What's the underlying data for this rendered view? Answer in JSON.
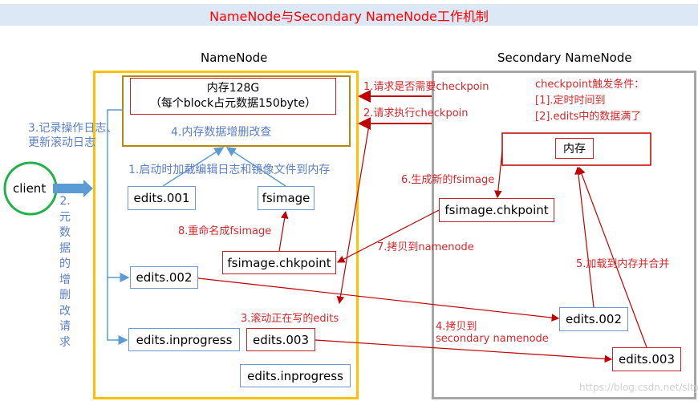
{
  "title": "NameNode与Secondary NameNode工作机制",
  "namenode": {
    "label": "NameNode",
    "memory_line1": "内存128G",
    "memory_line2": "（每个block占元数据150byte）",
    "step4": "4.内存数据增删改查",
    "step1": "1.启动时加载编辑日志和镜像文件到内存",
    "edits001": "edits.001",
    "fsimage": "fsimage",
    "step8": "8.重命名成fsimage",
    "fsimage_chkpoint": "fsimage.chkpoint",
    "edits002": "edits.002",
    "step3": "3.滚动正在写的edits",
    "edits_inprogress": "edits.inprogress",
    "edits003": "edits.003",
    "edits_inprogress_new": "edits.inprogress"
  },
  "client": {
    "label": "client",
    "step2": [
      "2.",
      "元",
      "数",
      "据",
      "的",
      "增",
      "删",
      "改",
      "请",
      "求"
    ],
    "step3_line1": "3.记录操作日志、",
    "step3_line2": "更新滚动日志"
  },
  "requests": {
    "req1": "1.请求是否需要checkpoin",
    "req2": "2.请求执行checkpoin"
  },
  "secondary": {
    "label": "Secondary NameNode",
    "trigger_title": "checkpoint触发条件：",
    "trigger1": "[1].定时时间到",
    "trigger2": "[2].edits中的数据满了",
    "memory": "内存",
    "step6": "6.生成新的fsimage",
    "fsimage_chkpoint": "fsimage.chkpoint",
    "step7": "7.拷贝到namenode",
    "step5": "5.加载到内存并合并",
    "edits002": "edits.002",
    "edits003": "edits.003",
    "step4_line1": "4.拷贝到",
    "step4_line2": "secondary  namenode"
  },
  "watermark": "https://blog.csdn.net/sltylzx",
  "colors": {
    "namenode_border": "#ffc000",
    "secondary_border": "#a6a6a6",
    "accent_red": "#d3282b",
    "accent_blue": "#5b9bd5",
    "client_green": "#22b14c"
  }
}
